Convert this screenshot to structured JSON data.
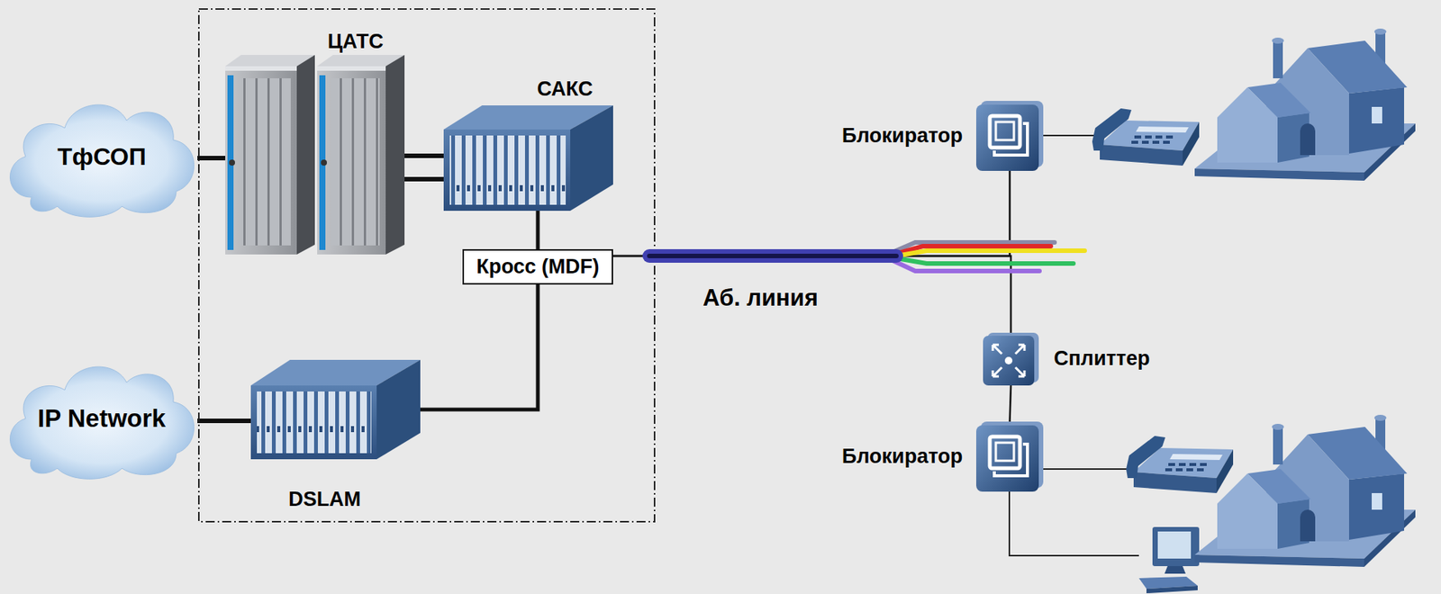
{
  "diagram": {
    "nodes": [
      {
        "text": [
          "ТфСОП"
        ]
      },
      {
        "text": [
          "ЦАТС"
        ]
      },
      {
        "text": [
          "САКС"
        ]
      },
      {
        "text": [
          "Кросс (MDF)"
        ]
      },
      {
        "text": [
          "IP Network"
        ]
      },
      {
        "text": [
          "DSLAM"
        ]
      },
      {
        "text": [
          "Блокиратор"
        ]
      },
      {
        "text": [
          "Сплиттер"
        ]
      },
      {
        "text": [
          "Блокиратор"
        ]
      }
    ],
    "edges": [
      {
        "from": 0,
        "to": 1,
        "arrow": "none"
      },
      {
        "from": 1,
        "to": 2,
        "arrow": "none"
      },
      {
        "from": 2,
        "to": 3,
        "arrow": "none"
      },
      {
        "from": 3,
        "to": 5,
        "arrow": "none"
      },
      {
        "from": 4,
        "to": 5,
        "arrow": "none"
      },
      {
        "from": 3,
        "to": 6,
        "arrow": "none"
      },
      {
        "from": 3,
        "to": 7,
        "arrow": "none"
      },
      {
        "from": 7,
        "to": 8,
        "arrow": "none"
      }
    ],
    "labels": [
      "Аб. линия"
    ]
  }
}
